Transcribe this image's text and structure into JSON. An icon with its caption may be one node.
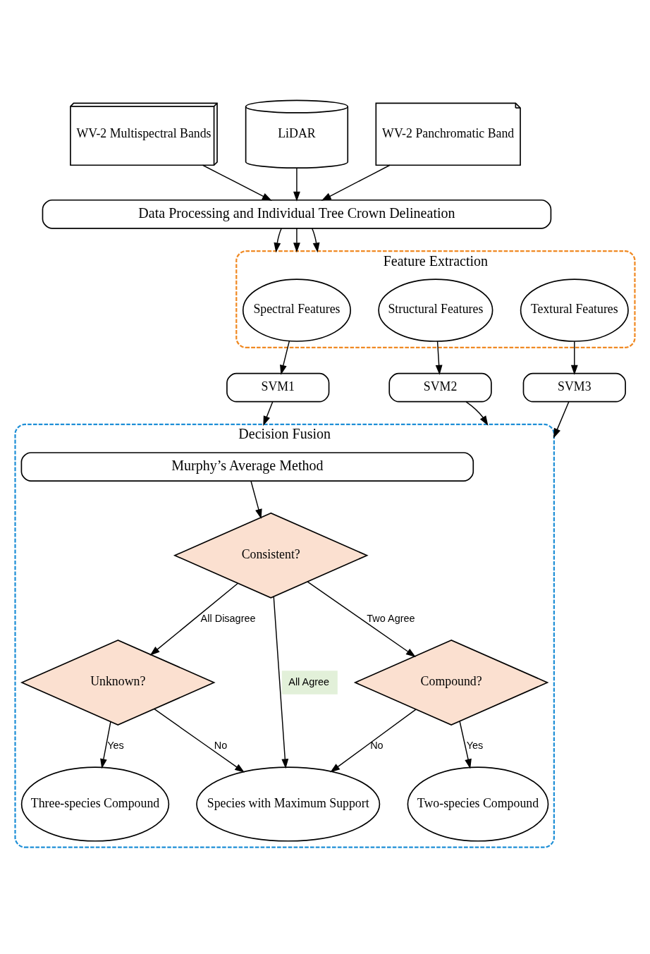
{
  "diagram": {
    "nodes": [
      {
        "text": [
          "WV-2 Multispectral Bands"
        ]
      },
      {
        "text": [
          "LiDAR"
        ]
      },
      {
        "text": [
          "WV-2 Panchromatic Band"
        ]
      },
      {
        "text": [
          "Data Processing and Individual Tree Crown Delineation"
        ]
      },
      {
        "text": [
          "Feature Extraction"
        ]
      },
      {
        "text": [
          "Spectral Features"
        ],
        "in": 4
      },
      {
        "text": [
          "Structural Features"
        ],
        "in": 4
      },
      {
        "text": [
          "Textural Features"
        ],
        "in": 4
      },
      {
        "text": [
          "SVM1"
        ]
      },
      {
        "text": [
          "SVM2"
        ]
      },
      {
        "text": [
          "SVM3"
        ]
      },
      {
        "text": [
          "Decision Fusion"
        ]
      },
      {
        "text": [
          "Murphy’s Average Method"
        ],
        "in": 11
      },
      {
        "text": [
          "Consistent?"
        ],
        "in": 11
      },
      {
        "text": [
          "Compound?"
        ],
        "in": 11
      },
      {
        "text": [
          "Unknown?"
        ],
        "in": 11
      },
      {
        "text": [
          "Two-species Compound"
        ],
        "in": 11
      },
      {
        "text": [
          "Species with Maximum Support"
        ],
        "in": 11
      },
      {
        "text": [
          "Three-species Compound"
        ],
        "in": 11
      }
    ],
    "edges": [
      {
        "from": 0,
        "to": 3,
        "arrow": "to"
      },
      {
        "from": 1,
        "to": 3,
        "arrow": "to"
      },
      {
        "from": 2,
        "to": 3,
        "arrow": "to"
      },
      {
        "from": 3,
        "to": 4,
        "arrow": "to"
      },
      {
        "from": 3,
        "to": 4,
        "arrow": "to"
      },
      {
        "from": 3,
        "to": 4,
        "arrow": "to"
      },
      {
        "from": 5,
        "to": 8,
        "arrow": "to"
      },
      {
        "from": 6,
        "to": 9,
        "arrow": "to"
      },
      {
        "from": 7,
        "to": 10,
        "arrow": "to"
      },
      {
        "from": 8,
        "to": 11,
        "arrow": "to"
      },
      {
        "from": 9,
        "to": 11,
        "arrow": "to"
      },
      {
        "from": 10,
        "to": 11,
        "arrow": "to"
      },
      {
        "from": 12,
        "to": 13,
        "arrow": "to"
      },
      {
        "from": 13,
        "to": 14,
        "arrow": "to",
        "label": "Two Agree"
      },
      {
        "from": 13,
        "to": 15,
        "arrow": "to",
        "label": "All Disagree"
      },
      {
        "from": 13,
        "to": 17,
        "arrow": "to",
        "label": "All Agree"
      },
      {
        "from": 14,
        "to": 16,
        "arrow": "to",
        "label": "Yes"
      },
      {
        "from": 14,
        "to": 17,
        "arrow": "to",
        "label": "No"
      },
      {
        "from": 15,
        "to": 17,
        "arrow": "to",
        "label": "No"
      },
      {
        "from": 15,
        "to": 18,
        "arrow": "to",
        "label": "Yes"
      }
    ]
  }
}
